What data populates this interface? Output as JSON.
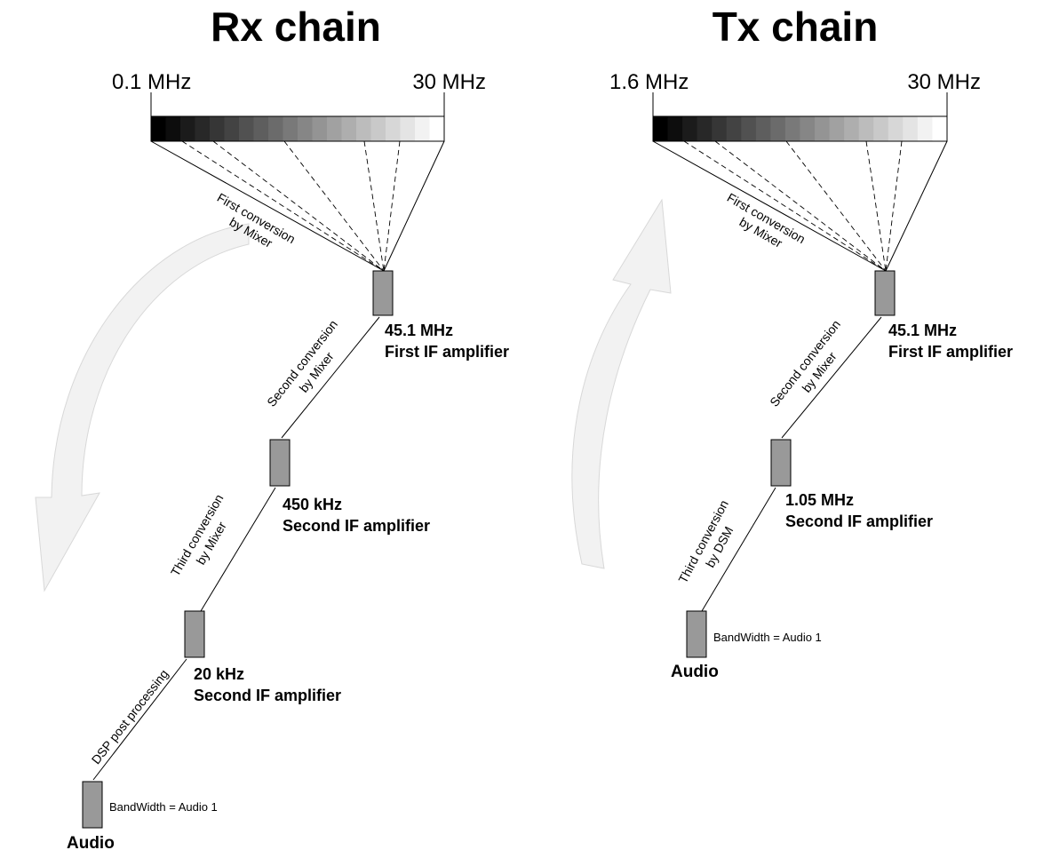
{
  "rx": {
    "title": "Rx chain",
    "freq_low": "0.1 MHz",
    "freq_high": "30 MHz",
    "first_conversion": [
      "First conversion",
      "by Mixer"
    ],
    "stage1": {
      "freq": "45.1 MHz",
      "name": "First IF amplifier"
    },
    "second_conversion": [
      "Second conversion",
      "by Mixer"
    ],
    "stage2": {
      "freq": "450 kHz",
      "name": "Second IF amplifier"
    },
    "third_conversion": [
      "Third conversion",
      "by Mixer"
    ],
    "stage3": {
      "freq": "20 kHz",
      "name": "Second IF amplifier"
    },
    "dsp": "DSP post processing",
    "bandwidth": "BandWidth = Audio 1",
    "audio": "Audio"
  },
  "tx": {
    "title": "Tx chain",
    "freq_low": "1.6 MHz",
    "freq_high": "30 MHz",
    "first_conversion": [
      "First conversion",
      "by Mixer"
    ],
    "stage1": {
      "freq": "45.1 MHz",
      "name": "First IF amplifier"
    },
    "second_conversion": [
      "Second conversion",
      "by Mixer"
    ],
    "stage2": {
      "freq": "1.05 MHz",
      "name": "Second IF amplifier"
    },
    "third_conversion": [
      "Third conversion",
      "by DSM"
    ],
    "bandwidth": "BandWidth = Audio 1",
    "audio": "Audio"
  },
  "colors": {
    "block_fill": "#999999",
    "arrow_fill": "#f2f2f2"
  }
}
